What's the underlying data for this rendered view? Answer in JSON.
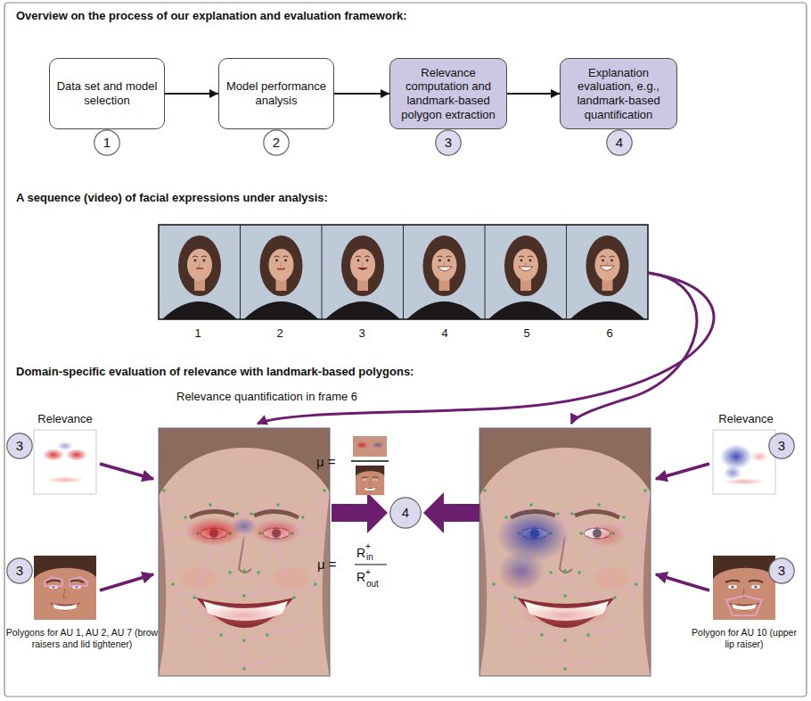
{
  "diagram": {
    "nodes": [
      {
        "text": [
          "Data set and model selection"
        ]
      },
      {
        "text": [
          "Model performance analysis"
        ]
      },
      {
        "text": [
          "Relevance computation and landmark-based polygon extraction"
        ]
      },
      {
        "text": [
          "Explanation evaluation, e.g., landmark-based quantification"
        ]
      },
      {
        "text": [
          "1"
        ]
      },
      {
        "text": [
          "2"
        ]
      },
      {
        "text": [
          "3"
        ]
      },
      {
        "text": [
          "4"
        ]
      },
      {
        "text": [
          "3"
        ]
      },
      {
        "text": [
          "3"
        ]
      },
      {
        "text": [
          "4"
        ]
      },
      {
        "text": [
          "3"
        ]
      },
      {
        "text": [
          "3"
        ]
      }
    ],
    "edges": [
      {
        "from": 0,
        "to": 1,
        "arrow": "to"
      },
      {
        "from": 1,
        "to": 2,
        "arrow": "to"
      },
      {
        "from": 2,
        "to": 3,
        "arrow": "to"
      }
    ],
    "labels": [
      "Overview on the process of our explanation and evaluation framework:",
      "A sequence (video) of facial expressions under analysis:",
      "1",
      "2",
      "3",
      "4",
      "5",
      "6",
      "Domain-specific evaluation of relevance with landmark-based polygons:",
      "Relevance quantification in frame 6",
      "Relevance",
      "Relevance",
      "μ =",
      "μ =",
      "R",
      "+",
      "in",
      "R",
      "+",
      "out",
      "Polygons for AU 1, AU 2, AU 7 (brow raisers and lid tightener)",
      "Polygon for AU 10 (upper lip raiser)"
    ]
  }
}
